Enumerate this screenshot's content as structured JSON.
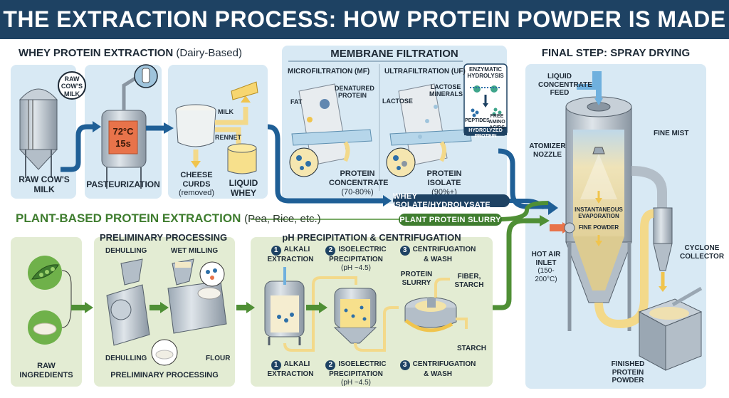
{
  "title": "THE EXTRACTION PROCESS: HOW PROTEIN POWDER IS MADE",
  "colors": {
    "banner": "#1e4263",
    "whey_panel": "#d8e9f4",
    "plant_panel": "#e3ecd3",
    "whey_flow": "#1f5f96",
    "plant_flow": "#4f8f35",
    "product_flow": "#f3d98a",
    "heat": "#e8734a"
  },
  "whey": {
    "title": "WHEY PROTEIN EXTRACTION",
    "title_sub": "(Dairy-Based)",
    "steps": [
      {
        "label": "RAW COW'S MILK",
        "badge": "RAW COW'S MILK"
      },
      {
        "label": "PASTEURIZATION",
        "temp": "72°C",
        "time": "15s"
      },
      {
        "milk": "MILK",
        "rennet": "RENNET",
        "curds": "CHEESE CURDS",
        "curds_sub": "(removed)",
        "whey": "LIQUID WHEY"
      }
    ]
  },
  "membrane": {
    "title": "MEMBRANE FILTRATION",
    "mf": {
      "title": "MICROFILTRATION (MF)",
      "fat": "FAT",
      "denatured": "DENATURED PROTEIN",
      "result": "PROTEIN CONCENTRATE",
      "result_sub": "(70-80%)"
    },
    "uf": {
      "title": "ULTRAFILTRATION (UF)",
      "lactose": "LACTOSE",
      "lactose_minerals": "LACTOSE MINERALS",
      "result": "PROTEIN ISOLATE",
      "result_sub": "(90%+)"
    },
    "hydrolysis": {
      "title": "ENZYMATIC HYDROLYSIS",
      "peptides": "PEPTIDES",
      "amino": "FREE AMINO ACIDS",
      "footer": "HYDROLYZED PROTEIN"
    },
    "output_pill": "WHEY ISOLATE/HYDROLYSATE"
  },
  "plant": {
    "title": "PLANT-BASED PROTEIN EXTRACTION",
    "title_sub": "(Pea, Rice, etc.)",
    "slurry_pill": "PLANT PROTEIN SLURRY",
    "raw": "RAW INGREDIENTS",
    "prelim": {
      "title": "PRELIMINARY PROCESSING",
      "dehulling": "DEHULLING",
      "wet_milling": "WET MILLING",
      "dehulling_bottom": "DEHULLING",
      "flour": "FLOUR",
      "footer": "PRELIMINARY PROCESSING"
    },
    "ph": {
      "title": "pH PRECIPITATION & CENTRIFUGATION",
      "steps": [
        {
          "n": "1",
          "label": "ALKALI EXTRACTION"
        },
        {
          "n": "2",
          "label": "ISOELECTRIC PRECIPITATION",
          "sub": "(pH ~4.5)"
        },
        {
          "n": "3",
          "label": "CENTRIFUGATION & WASH"
        }
      ],
      "protein_slurry": "PROTEIN SLURRY",
      "fiber_starch": "FIBER, STARCH",
      "starch": "STARCH"
    }
  },
  "spray": {
    "title": "FINAL STEP: SPRAY DRYING",
    "feed": "LIQUID CONCENTRATE FEED",
    "fine_mist": "FINE MIST",
    "nozzle": "ATOMIZER NOZZLE",
    "evaporation": "INSTANTANEOUS EVAPORATION",
    "fine_powder": "FINE POWDER",
    "hot_air": "HOT AIR INLET",
    "hot_air_sub": "(150-200°C)",
    "cyclone": "CYCLONE COLLECTOR",
    "finished": "FINISHED PROTEIN POWDER"
  }
}
